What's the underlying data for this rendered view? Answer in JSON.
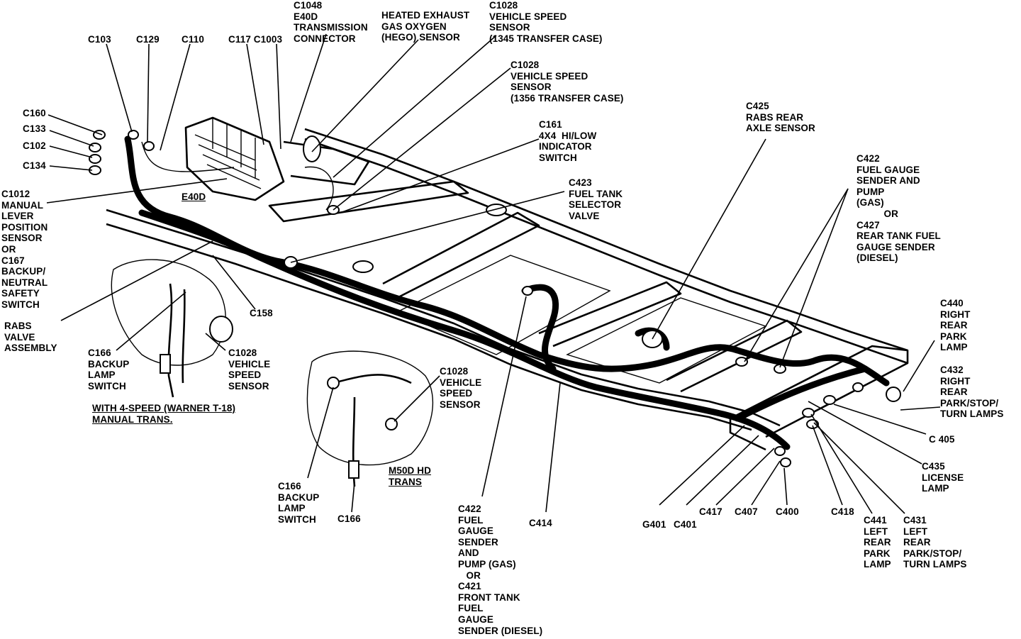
{
  "labels": {
    "c103": "C103",
    "c129": "C129",
    "c110": "C110",
    "c117_c1003": "C117 C1003",
    "c1048": "C1048\nE40D\nTRANSMISSION\nCONNECTOR",
    "hego": "HEATED EXHAUST\nGAS OXYGEN\n(HEGO) SENSOR",
    "c1028_1345": "C1028\nVEHICLE SPEED\nSENSOR\n(1345 TRANSFER CASE)",
    "c1028_1356": "C1028\nVEHICLE SPEED\nSENSOR\n(1356 TRANSFER CASE)",
    "c160": "C160",
    "c133": "C133",
    "c102": "C102",
    "c134": "C134",
    "c161": "C161\n4X4  HI/LOW\nINDICATOR\nSWITCH",
    "c425": "C425\nRABS REAR\nAXLE SENSOR",
    "c422_rear": "C422\nFUEL GAUGE\nSENDER AND\nPUMP\n(GAS)\n          OR\nC427\nREAR TANK FUEL\nGAUGE SENDER\n(DIESEL)",
    "c423": "C423\nFUEL TANK\nSELECTOR\nVALVE",
    "e40d": "E40D",
    "c1012": "C1012\nMANUAL\nLEVER\nPOSITION\nSENSOR\nOR\nC167\nBACKUP/\nNEUTRAL\nSAFETY\nSWITCH",
    "c158": "C158",
    "rabs_valve": "RABS\nVALVE\nASSEMBLY",
    "c166_backup_1": "C166\nBACKUP\nLAMP\nSWITCH",
    "c1028_vss_1": "C1028\nVEHICLE\nSPEED\nSENSOR",
    "warner": "WITH 4-SPEED (WARNER T-18)\nMANUAL TRANS.",
    "c1028_vss_2": "C1028\nVEHICLE\nSPEED\nSENSOR",
    "m500": "M50D HD\nTRANS",
    "c166_backup_2": "C166\nBACKUP\nLAMP\nSWITCH",
    "c166": "C166",
    "c422_front": "C422\nFUEL\nGAUGE\nSENDER\nAND\nPUMP (GAS)\n   OR\nC421\nFRONT TANK\nFUEL\nGAUGE\nSENDER (DIESEL)",
    "c414": "C414",
    "c440": "C440\nRIGHT\nREAR\nPARK\nLAMP",
    "c432": "C432\nRIGHT\nREAR\nPARK/STOP/\nTURN LAMPS",
    "c405": "C 405",
    "c435": "C435\nLICENSE\nLAMP",
    "g401": "G401",
    "c401": "C401",
    "c417": "C417",
    "c407": "C407",
    "c400": "C400",
    "c418": "C418",
    "c441": "C441\nLEFT\nREAR\nPARK\nLAMP",
    "c431": "C431\nLEFT\nREAR\nPARK/STOP/\nTURN LAMPS"
  }
}
